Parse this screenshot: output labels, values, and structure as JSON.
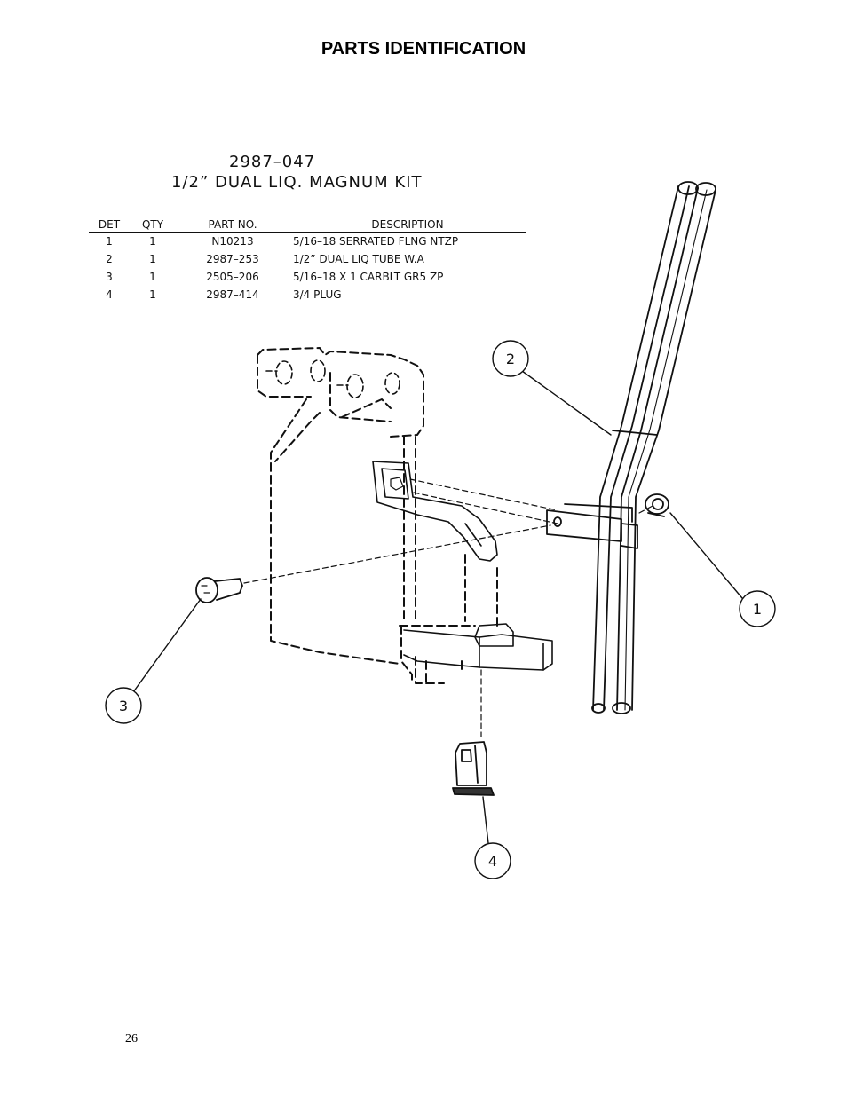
{
  "header": {
    "title": "PARTS IDENTIFICATION"
  },
  "kit": {
    "number": "2987–047",
    "name": "1/2” DUAL LIQ. MAGNUM KIT"
  },
  "table": {
    "headers": {
      "det": "DET",
      "qty": "QTY",
      "part": "PART NO.",
      "desc": "DESCRIPTION"
    },
    "rows": [
      {
        "det": "1",
        "qty": "1",
        "part": "N10213",
        "desc": "5/16–18 SERRATED FLNG NTZP"
      },
      {
        "det": "2",
        "qty": "1",
        "part": "2987–253",
        "desc": "1/2” DUAL LIQ TUBE W.A"
      },
      {
        "det": "3",
        "qty": "1",
        "part": "2505–206",
        "desc": "5/16–18 X 1 CARBLT GR5 ZP"
      },
      {
        "det": "4",
        "qty": "1",
        "part": "2987–414",
        "desc": "3/4 PLUG"
      }
    ]
  },
  "callouts": {
    "c1": "1",
    "c2": "2",
    "c3": "3",
    "c4": "4"
  },
  "footer": {
    "page_number": "26"
  }
}
